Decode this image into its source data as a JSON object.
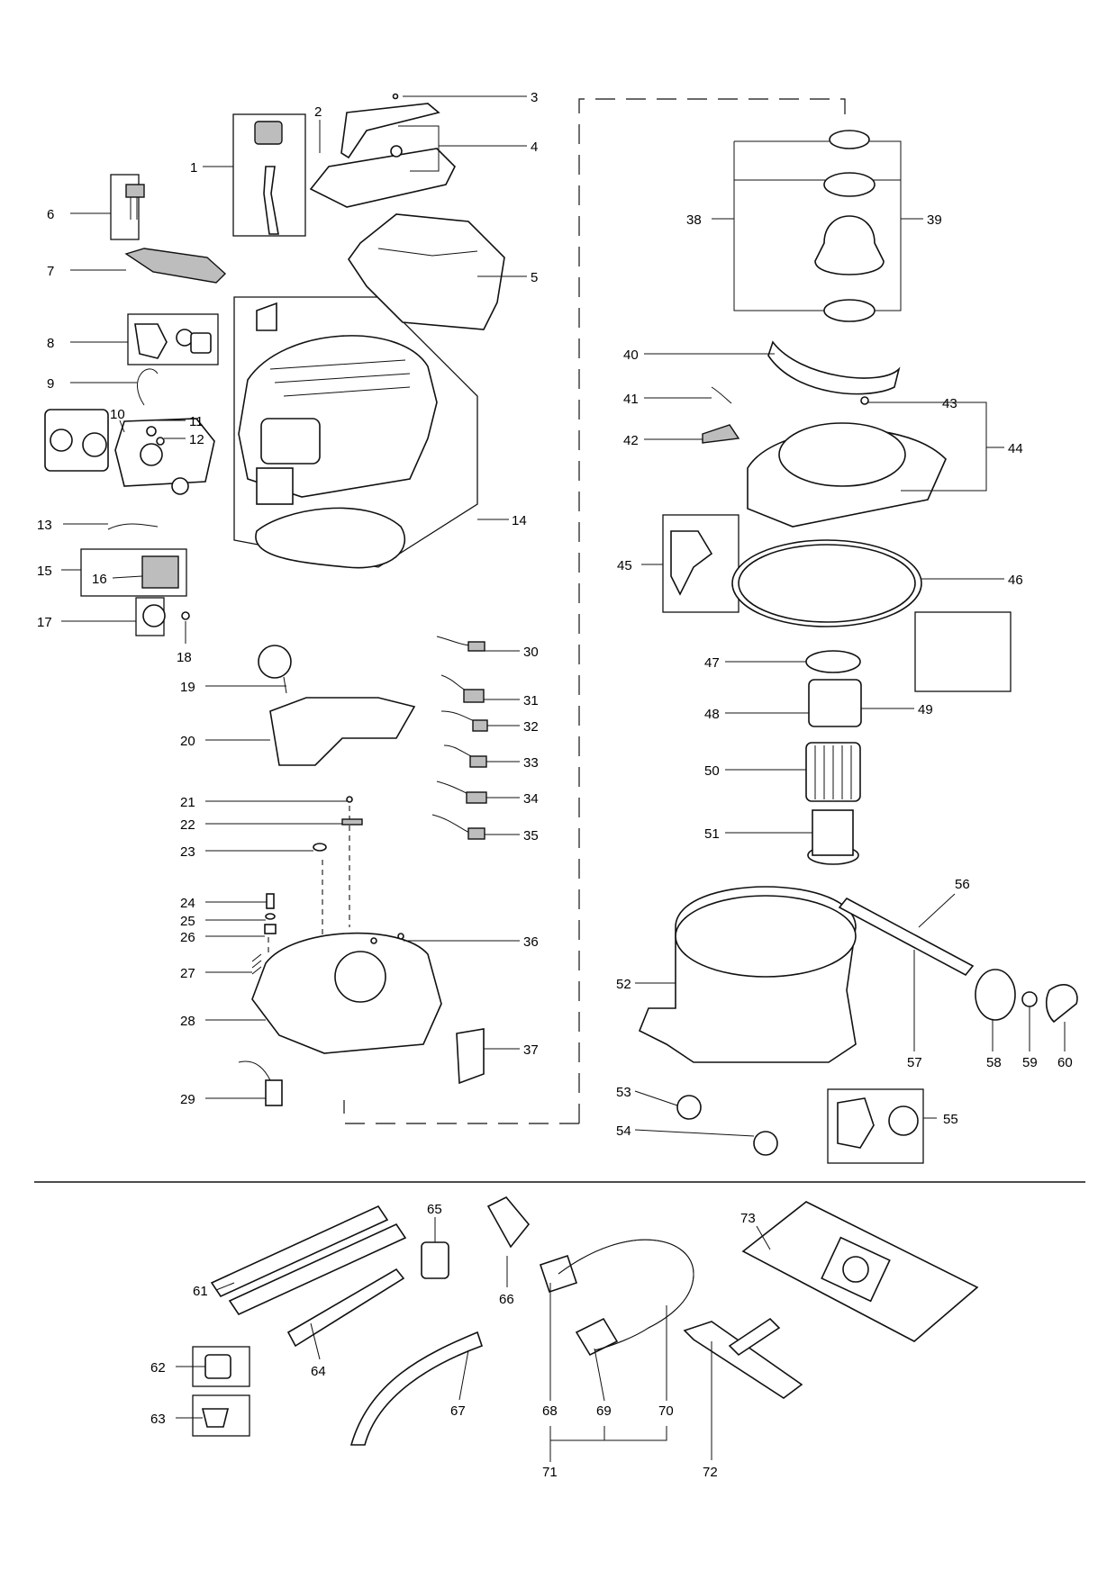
{
  "diagram": {
    "labels": [
      "1",
      "2",
      "3",
      "4",
      "5",
      "6",
      "7",
      "8",
      "9",
      "10",
      "11",
      "12",
      "13",
      "14",
      "15",
      "16",
      "17",
      "18",
      "19",
      "20",
      "21",
      "22",
      "23",
      "24",
      "25",
      "26",
      "27",
      "28",
      "29",
      "30",
      "31",
      "32",
      "33",
      "34",
      "35",
      "36",
      "37",
      "38",
      "39",
      "40",
      "41",
      "42",
      "43",
      "44",
      "45",
      "46",
      "47",
      "48",
      "49",
      "50",
      "51",
      "52",
      "53",
      "54",
      "55",
      "56",
      "57",
      "58",
      "59",
      "60",
      "61",
      "62",
      "63",
      "64",
      "65",
      "66",
      "67",
      "68",
      "69",
      "70",
      "71",
      "72",
      "73"
    ]
  }
}
